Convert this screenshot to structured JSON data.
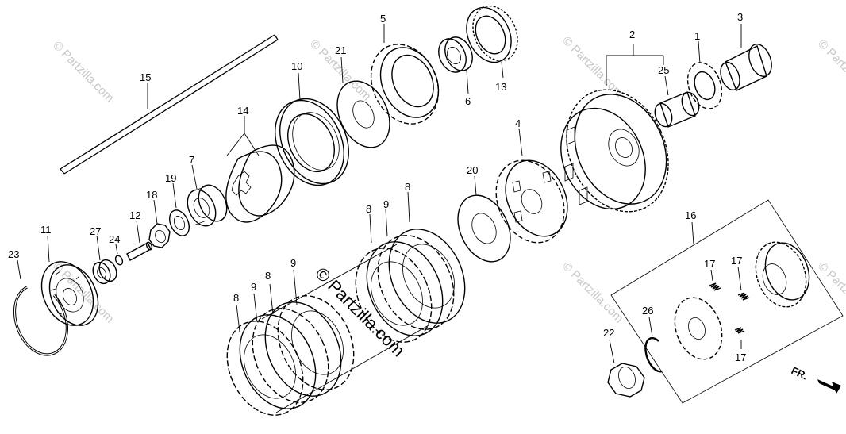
{
  "labels": {
    "p1": "1",
    "p2": "2",
    "p3": "3",
    "p4": "4",
    "p5": "5",
    "p6": "6",
    "p7": "7",
    "p8a": "8",
    "p8b": "8",
    "p8c": "8",
    "p8d": "8",
    "p9a": "9",
    "p9b": "9",
    "p9c": "9",
    "p10": "10",
    "p11": "11",
    "p12": "12",
    "p13": "13",
    "p14": "14",
    "p15": "15",
    "p16": "16",
    "p17a": "17",
    "p17b": "17",
    "p17c": "17",
    "p18": "18",
    "p19": "19",
    "p20": "20",
    "p21": "21",
    "p22": "22",
    "p23": "23",
    "p24": "24",
    "p25": "25",
    "p26": "26",
    "p27": "27"
  },
  "watermark": {
    "small": "© Partzilla.com",
    "center": "© Partzilla.com"
  },
  "direction_indicator": {
    "label": "FR."
  }
}
